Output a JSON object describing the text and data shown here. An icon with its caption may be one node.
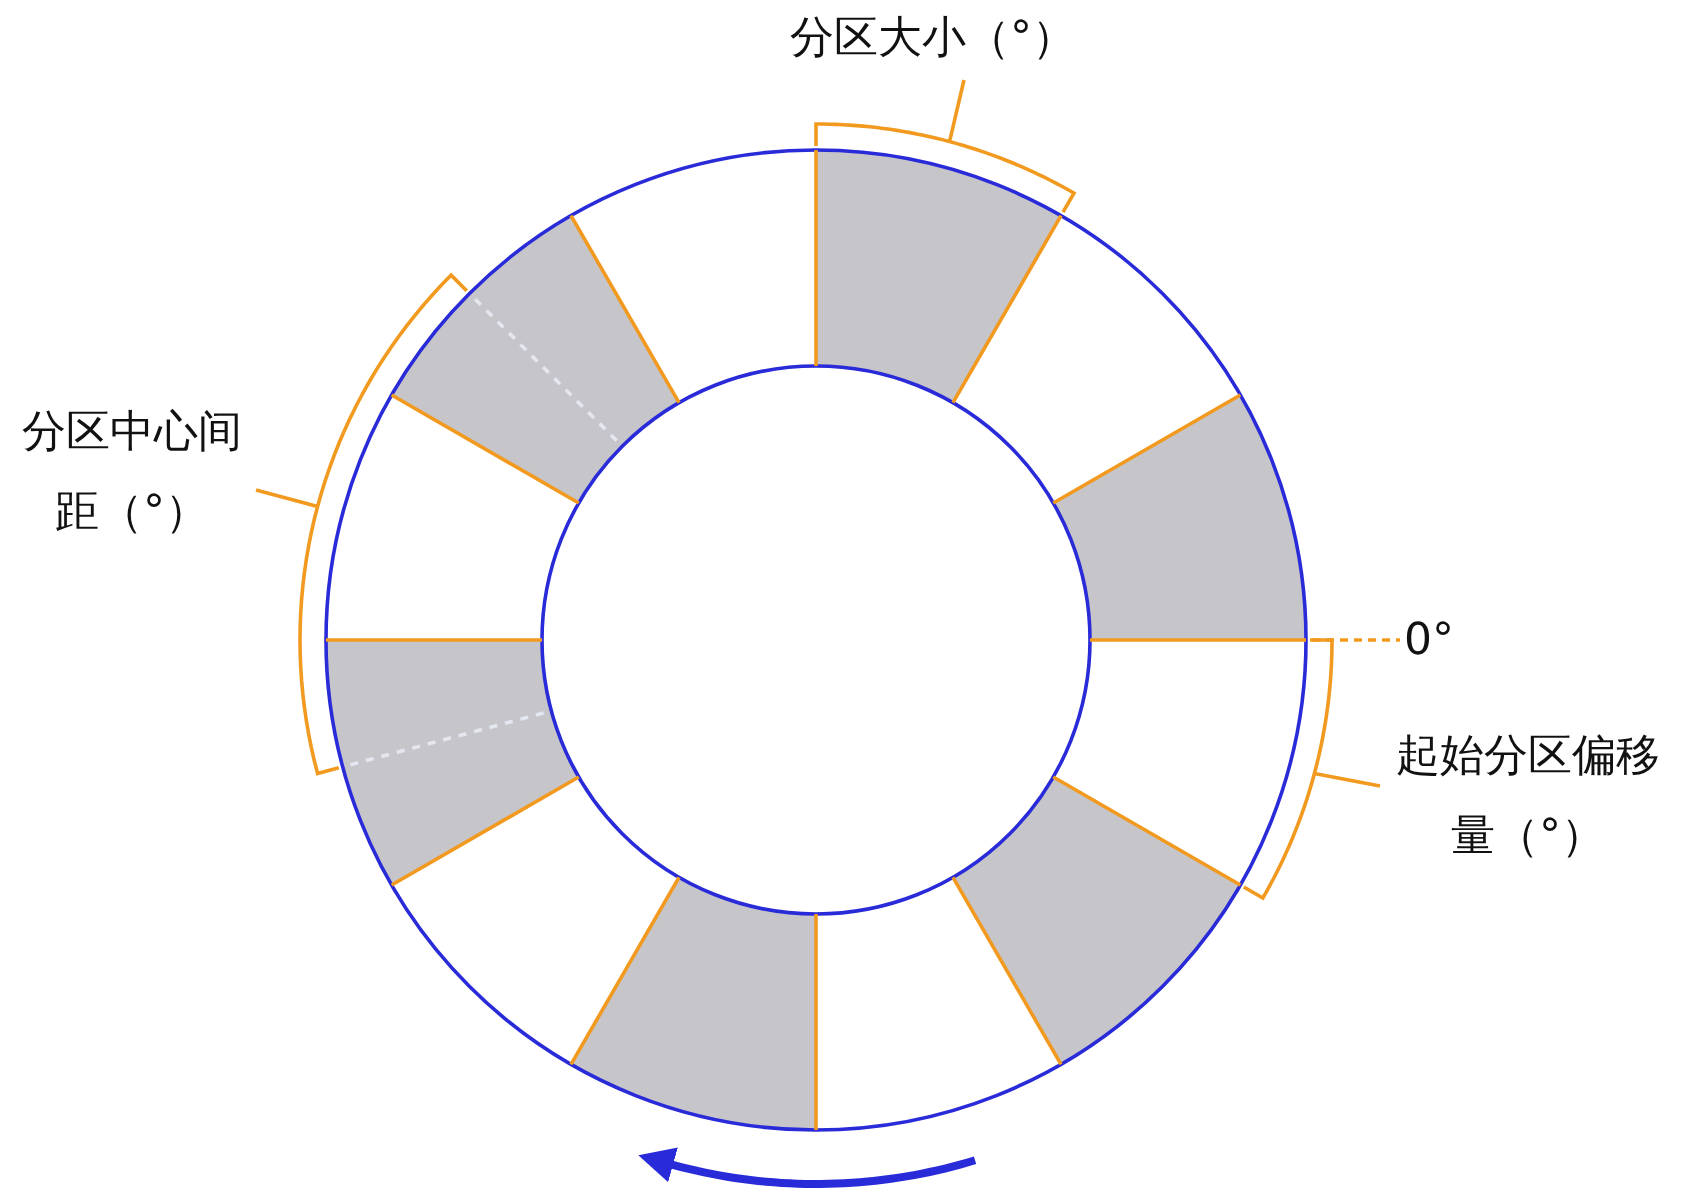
{
  "diagram": {
    "labels": [
      "分区大小（°）",
      "分区中心间距（°）",
      "0°",
      "起始分区偏移量（°）"
    ]
  }
}
